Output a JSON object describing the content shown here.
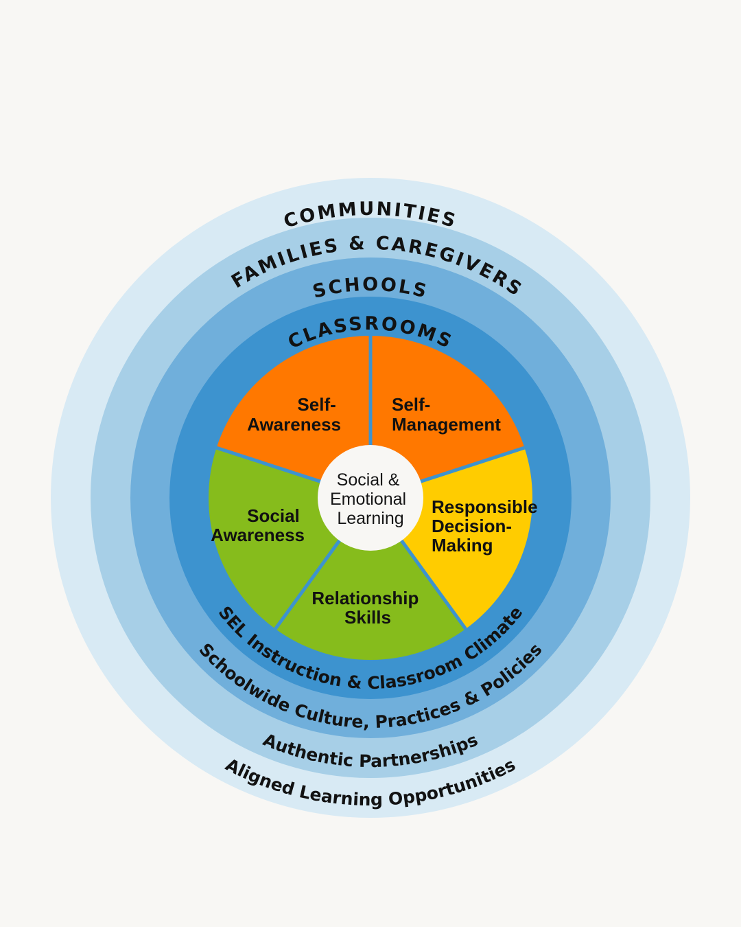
{
  "title": "Social and Emotional Learning Framework",
  "colors": {
    "background": "#f8f7f4",
    "communities": "#d8eaf4",
    "families": "#a7cfe7",
    "schools": "#70afdb",
    "classrooms": "#3d93cf",
    "orange": "#ff7800",
    "yellow": "#ffcc00",
    "green": "#86bc1c",
    "center": "#f8f7f4",
    "divider": "#3d93cf"
  },
  "rings": [
    {
      "id": "communities",
      "label": "COMMUNITIES",
      "practice": "Aligned Learning Opportunities"
    },
    {
      "id": "families",
      "label": "FAMILIES & CAREGIVERS",
      "practice": "Authentic Partnerships"
    },
    {
      "id": "schools",
      "label": "SCHOOLS",
      "practice": "Schoolwide Culture, Practices & Policies"
    },
    {
      "id": "classrooms",
      "label": "CLASSROOMS",
      "practice": "SEL Instruction & Classroom Climate"
    }
  ],
  "center": {
    "lines": [
      "Social &",
      "Emotional",
      "Learning"
    ]
  },
  "competencies": [
    {
      "id": "self-management",
      "lines": [
        "Self-",
        "Management"
      ],
      "color_key": "orange"
    },
    {
      "id": "responsible-decision-making",
      "lines": [
        "Responsible",
        "Decision-",
        "Making"
      ],
      "color_key": "yellow"
    },
    {
      "id": "relationship-skills",
      "lines": [
        "Relationship",
        "Skills"
      ],
      "color_key": "green"
    },
    {
      "id": "social-awareness",
      "lines": [
        "Social",
        "Awareness"
      ],
      "color_key": "green"
    },
    {
      "id": "self-awareness",
      "lines": [
        "Self-",
        "Awareness"
      ],
      "color_key": "orange"
    }
  ]
}
